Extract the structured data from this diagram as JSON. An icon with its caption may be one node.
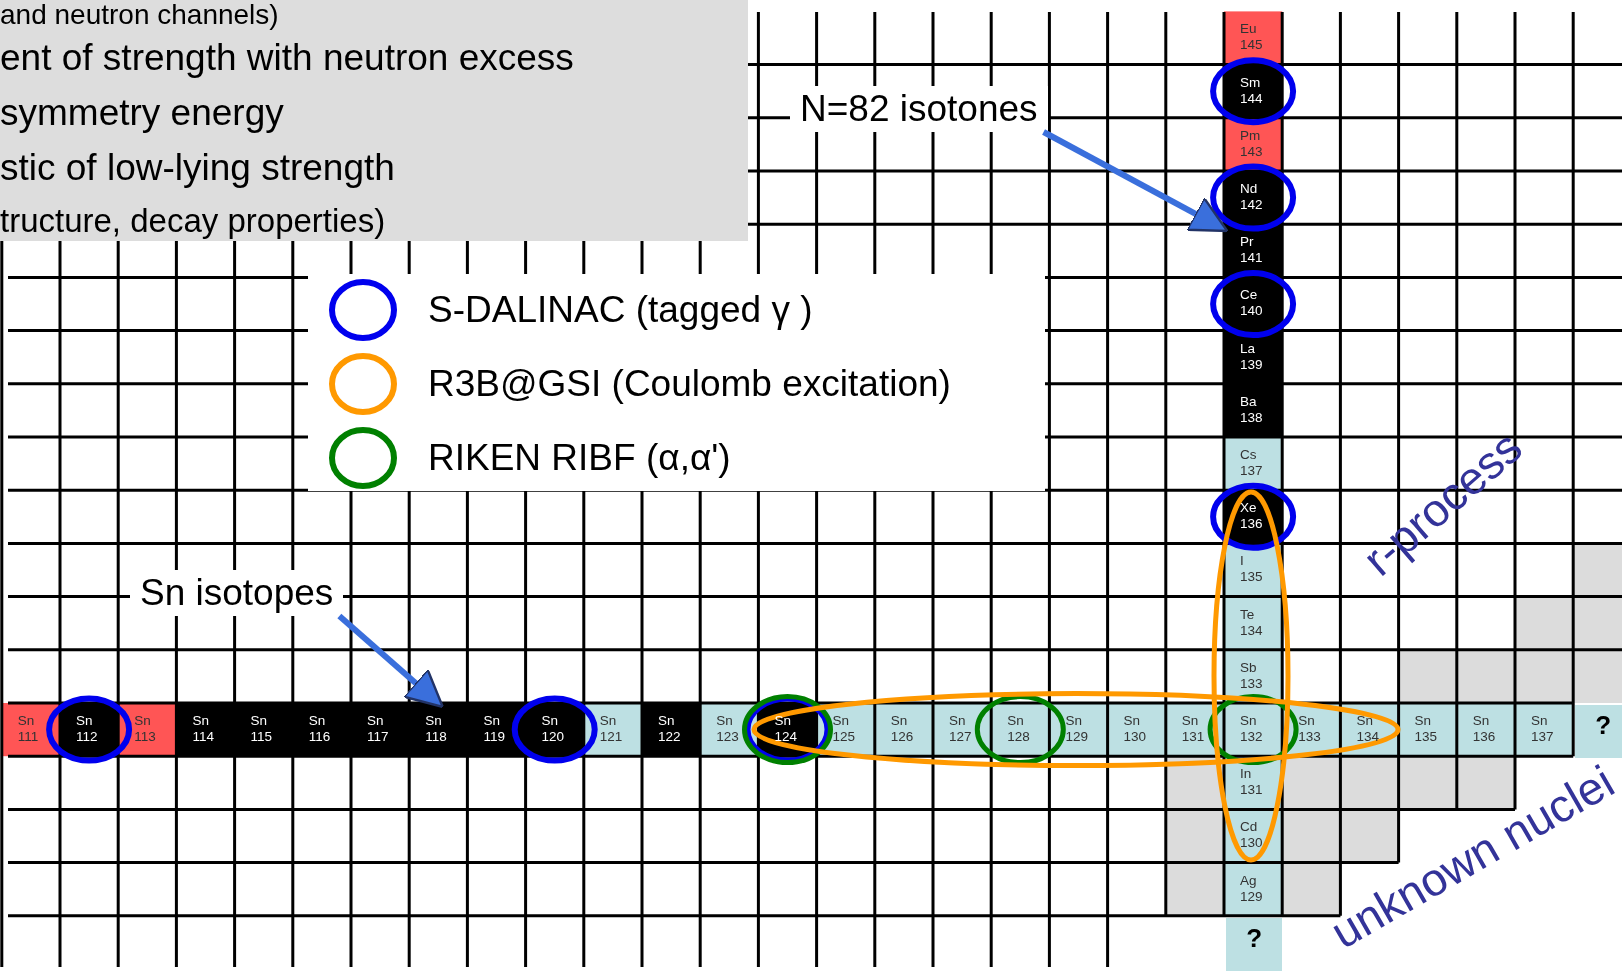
{
  "diagram": {
    "nodes": [
      {
        "text": [
          "and neutron channels)",
          "ent of strength with neutron excess",
          "symmetry energy",
          "stic of low-lying strength",
          "tructure, decay properties)"
        ]
      },
      {
        "text": [
          "N=82 isotones"
        ]
      },
      {
        "text": [
          "Eu 145"
        ]
      },
      {
        "text": [
          "Sm 144"
        ]
      },
      {
        "text": [
          "Pm 143"
        ]
      },
      {
        "text": [
          "Nd 142"
        ]
      },
      {
        "text": [
          "Pr 141"
        ]
      },
      {
        "text": [
          "Ce 140"
        ]
      },
      {
        "text": [
          "La 139"
        ]
      },
      {
        "text": [
          "Ba 138"
        ]
      },
      {
        "text": [
          "Cs 137"
        ]
      },
      {
        "text": [
          "Xe 136"
        ]
      },
      {
        "text": [
          "I 135"
        ]
      },
      {
        "text": [
          "Te 134"
        ]
      },
      {
        "text": [
          "Sb 133"
        ]
      },
      {
        "text": [
          "Sn isotopes"
        ]
      },
      {
        "text": [
          "Sn 111"
        ]
      },
      {
        "text": [
          "Sn 112"
        ]
      },
      {
        "text": [
          "Sn 113"
        ]
      },
      {
        "text": [
          "Sn 114"
        ]
      },
      {
        "text": [
          "Sn 115"
        ]
      },
      {
        "text": [
          "Sn 116"
        ]
      },
      {
        "text": [
          "Sn 117"
        ]
      },
      {
        "text": [
          "Sn 118"
        ]
      },
      {
        "text": [
          "Sn 119"
        ]
      },
      {
        "text": [
          "Sn 120"
        ]
      },
      {
        "text": [
          "Sn 121"
        ]
      },
      {
        "text": [
          "Sn 122"
        ]
      },
      {
        "text": [
          "Sn 123"
        ]
      },
      {
        "text": [
          "Sn 124"
        ]
      },
      {
        "text": [
          "Sn 125"
        ]
      },
      {
        "text": [
          "Sn 126"
        ]
      },
      {
        "text": [
          "Sn 127"
        ]
      },
      {
        "text": [
          "Sn 128"
        ]
      },
      {
        "text": [
          "Sn 129"
        ]
      },
      {
        "text": [
          "Sn 130"
        ]
      },
      {
        "text": [
          "Sn 131"
        ]
      },
      {
        "text": [
          "Sn 132"
        ]
      },
      {
        "text": [
          "Sn 133"
        ]
      },
      {
        "text": [
          "Sn 134"
        ]
      },
      {
        "text": [
          "Sn 135"
        ]
      },
      {
        "text": [
          "Sn 136"
        ]
      },
      {
        "text": [
          "Sn 137"
        ]
      },
      {
        "text": [
          "?"
        ]
      },
      {
        "text": [
          "In 131"
        ]
      },
      {
        "text": [
          "Cd 130"
        ]
      },
      {
        "text": [
          "Ag 129"
        ]
      },
      {
        "text": [
          "?"
        ]
      }
    ],
    "edges": [
      {
        "from": 1,
        "to": 6,
        "arrow": "to"
      },
      {
        "from": 15,
        "to": 23,
        "arrow": "to"
      }
    ],
    "labels": [
      "r-process",
      "unknown nuclei"
    ],
    "legend": [
      {
        "text": "S-DALINAC (tagged γ )"
      },
      {
        "text": "R3B@GSI (Coulomb excitation)"
      },
      {
        "text": "RIKEN RIBF (α,α')"
      }
    ]
  }
}
